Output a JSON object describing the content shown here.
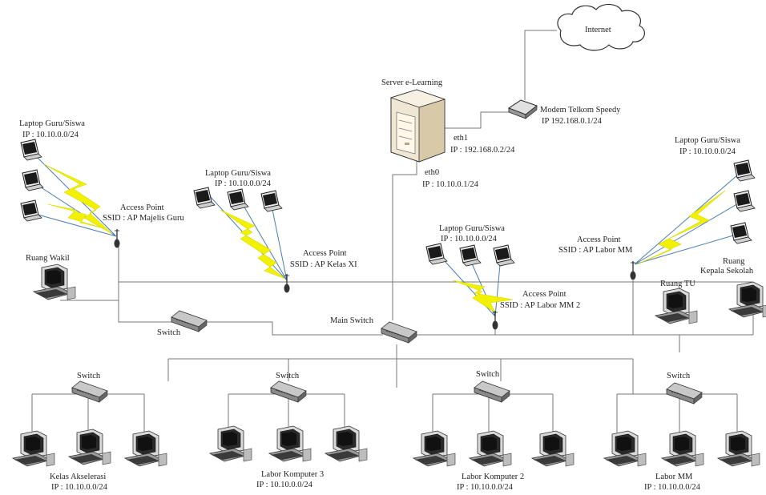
{
  "internet": {
    "label": "Internet"
  },
  "server": {
    "title": "Server e-Learning",
    "eth1_name": "eth1",
    "eth1_ip": "IP : 192.168.0.2/24",
    "eth0_name": "eth0",
    "eth0_ip": "IP : 10.10.0.1/24"
  },
  "modem": {
    "name": "Modem Telkom Speedy",
    "ip": "IP 192.168.0.1/24"
  },
  "main_switch": {
    "label": "Main Switch"
  },
  "switch_label": "Switch",
  "laptops": [
    {
      "id": "left",
      "name": "Laptop Guru/Siswa",
      "ip": "IP : 10.10.0.0/24"
    },
    {
      "id": "midleft",
      "name": "Laptop Guru/Siswa",
      "ip": "IP : 10.10.0.0/24"
    },
    {
      "id": "center",
      "name": "Laptop Guru/Siswa",
      "ip": "IP : 10.10.0.0/24"
    },
    {
      "id": "right",
      "name": "Laptop Guru/Siswa",
      "ip": "IP : 10.10.0.0/24"
    }
  ],
  "access_points": [
    {
      "name": "Access Point",
      "ssid": "SSID : AP Majelis Guru"
    },
    {
      "name": "Access Point",
      "ssid": "SSID : AP Kelas XI"
    },
    {
      "name": "Access Point",
      "ssid": "SSID : AP Labor MM 2"
    },
    {
      "name": "Access Point",
      "ssid": "SSID : AP Labor MM"
    }
  ],
  "rooms": {
    "wakil": "Ruang Wakil",
    "tu": "Ruang TU",
    "kepsek_line1": "Ruang",
    "kepsek_line2": "Kepala Sekolah"
  },
  "labs": [
    {
      "name": "Kelas Akselerasi",
      "ip": "IP : 10.10.0.0/24"
    },
    {
      "name": "Labor Komputer 3",
      "ip": "IP : 10.10.0.0/24"
    },
    {
      "name": "Labor Komputer 2",
      "ip": "IP : 10.10.0.0/24"
    },
    {
      "name": "Labor MM",
      "ip": "IP : 10.10.0.0/24"
    }
  ],
  "colors": {
    "wire": "#777777",
    "wireless": "#f2f200",
    "wireless_link": "#4a7fb0"
  }
}
